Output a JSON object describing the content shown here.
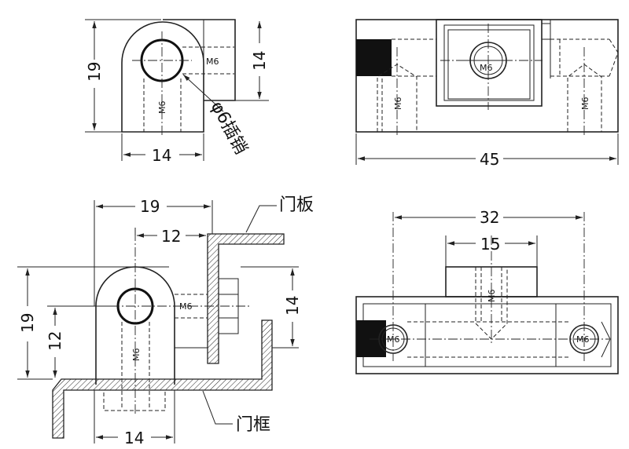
{
  "views": {
    "side_top": {
      "dim_height": "19",
      "dim_right": "14",
      "dim_bottom": "14",
      "thread_h": "M6",
      "thread_v": "M6",
      "pin_label": "φ6插销"
    },
    "front_top": {
      "dim_width": "45",
      "thread_center": "M6",
      "thread_left": "M6",
      "thread_right": "M6"
    },
    "side_bottom": {
      "dim_top": "19",
      "dim_12": "12",
      "dim_left_19": "19",
      "dim_left_12": "12",
      "dim_right_14": "14",
      "dim_bottom_14": "14",
      "thread_h": "M6",
      "thread_v": "M6",
      "label_door_panel": "门板",
      "label_door_frame": "门框"
    },
    "front_bottom": {
      "dim_32": "32",
      "dim_15": "15",
      "thread_top": "M6",
      "thread_left": "M6",
      "thread_right": "M6"
    }
  }
}
